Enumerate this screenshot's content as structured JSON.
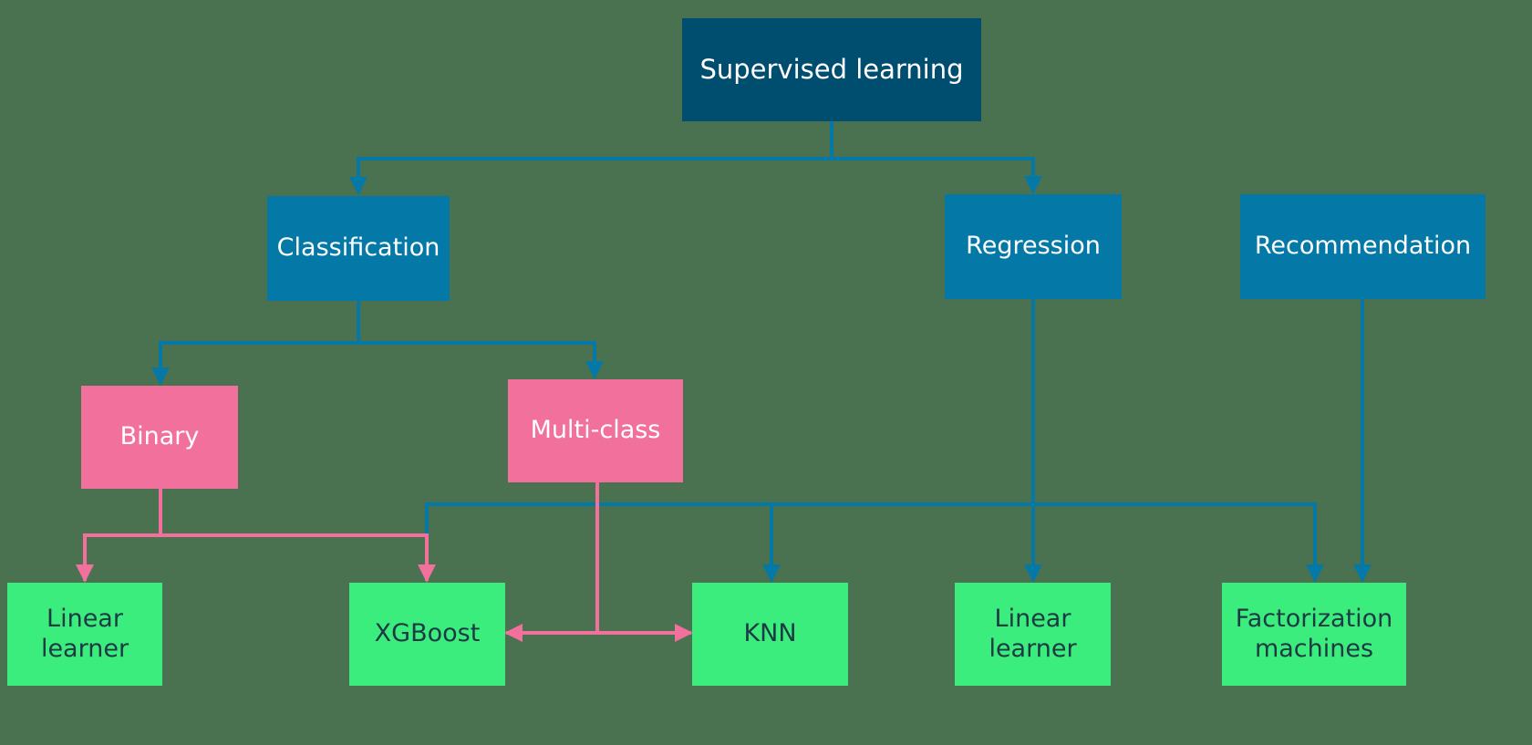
{
  "diagram": {
    "colors": {
      "background": "#4a7150",
      "root_box": "#004e6f",
      "task_box": "#0479a8",
      "subtask_box": "#f2709c",
      "algorithm_box": "#3aed7d",
      "blue_connector": "#0479a8",
      "pink_connector": "#f2709c"
    },
    "nodes": {
      "supervised": "Supervised learning",
      "classification": "Classification",
      "regression": "Regression",
      "recommendation": "Recommendation",
      "binary": "Binary",
      "multiclass": "Multi-class",
      "linear_learner_1": "Linear\nlearner",
      "xgboost": "XGBoost",
      "knn": "KNN",
      "linear_learner_2": "Linear\nlearner",
      "factorization": "Factorization\nmachines"
    },
    "edges": [
      {
        "from": "supervised",
        "to": "classification",
        "color": "blue"
      },
      {
        "from": "supervised",
        "to": "regression",
        "color": "blue"
      },
      {
        "from": "classification",
        "to": "binary",
        "color": "blue"
      },
      {
        "from": "classification",
        "to": "multiclass",
        "color": "blue"
      },
      {
        "from": "binary",
        "to": "linear_learner_1",
        "color": "pink"
      },
      {
        "from": "binary",
        "to": "xgboost",
        "color": "pink"
      },
      {
        "from": "multiclass",
        "to": "xgboost",
        "color": "pink"
      },
      {
        "from": "multiclass",
        "to": "knn",
        "color": "pink"
      },
      {
        "from": "regression",
        "to": "xgboost",
        "color": "blue"
      },
      {
        "from": "regression",
        "to": "knn",
        "color": "blue"
      },
      {
        "from": "regression",
        "to": "linear_learner_2",
        "color": "blue"
      },
      {
        "from": "regression",
        "to": "factorization",
        "color": "blue"
      },
      {
        "from": "recommendation",
        "to": "factorization",
        "color": "blue"
      }
    ]
  }
}
